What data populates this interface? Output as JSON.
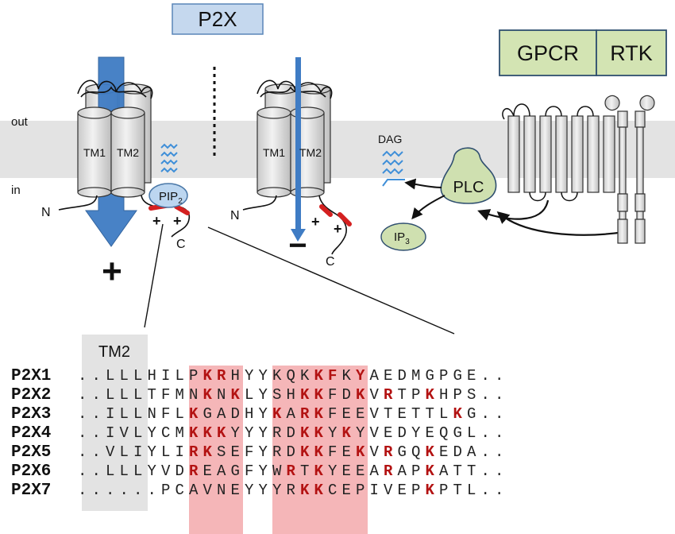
{
  "title_box": "P2X",
  "receptors": [
    "GPCR",
    "RTK"
  ],
  "membrane": {
    "out_label": "out",
    "in_label": "in"
  },
  "channel_left": {
    "tm1": "TM1",
    "tm2": "TM2",
    "n_term": "N",
    "c_term": "C",
    "effect": "+",
    "charges": [
      "+",
      "+"
    ],
    "lipid": "PIP",
    "lipid_sub": "2"
  },
  "channel_right": {
    "tm1": "TM1",
    "tm2": "TM2",
    "n_term": "N",
    "c_term": "C",
    "effect": "−",
    "charges": [
      "+",
      "+"
    ]
  },
  "signaling": {
    "dag": "DAG",
    "plc": "PLC",
    "ip3": "IP",
    "ip3_sub": "3"
  },
  "alignment": {
    "tm2_label": "TM2",
    "rows": [
      {
        "name": "P2X1",
        "seq": "..LLLHILPKRHYYKQKKFKYAEDMGPGE..",
        "hl": [
          9,
          10,
          17,
          18,
          20
        ]
      },
      {
        "name": "P2X2",
        "seq": "..LLLTFMNKNKLYSHKKFDKVRTPKHPS..",
        "hl": [
          9,
          11,
          16,
          17,
          20,
          22,
          25
        ]
      },
      {
        "name": "P2X3",
        "seq": "..ILLNFLKGADHYKARKFEEVTETTLKG..",
        "hl": [
          8,
          14,
          16,
          17,
          27
        ]
      },
      {
        "name": "P2X4",
        "seq": "..IVLYCMKKKYYYRDKKYKYVEDYEQGL..",
        "hl": [
          8,
          9,
          10,
          16,
          17,
          19
        ]
      },
      {
        "name": "P2X5",
        "seq": "..VLIYLIRKSEFYRDKKFEKVRGQKEDA..",
        "hl": [
          8,
          9,
          16,
          17,
          20,
          22,
          25
        ]
      },
      {
        "name": "P2X6",
        "seq": "..LLLYVDREAGFYWRTKYEEARAPKATT..",
        "hl": [
          8,
          15,
          17,
          22,
          25
        ]
      },
      {
        "name": "P2X7",
        "seq": "......PCAVNEYYYRKKCEPIVEPKPTL..",
        "hl": [
          16,
          17,
          25
        ]
      }
    ]
  }
}
